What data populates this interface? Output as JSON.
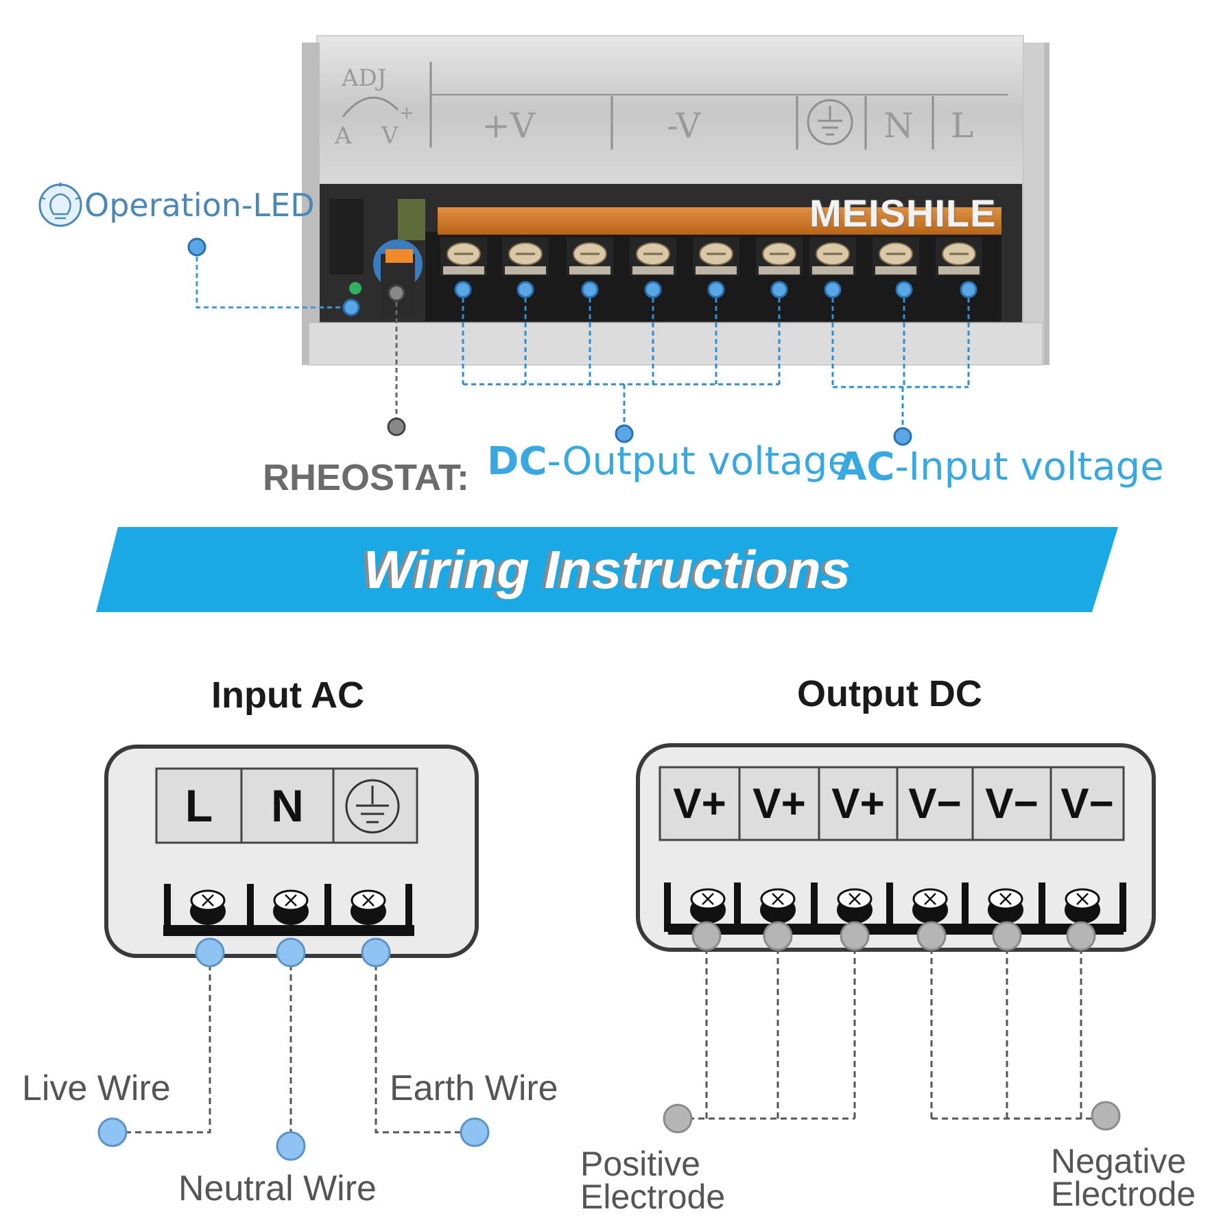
{
  "device": {
    "adj_label": "ADJ",
    "adj_a": "A",
    "adj_v": "V",
    "adj_plus": "+",
    "top_plus_v": "+V",
    "top_minus_v": "-V",
    "top_n": "N",
    "top_l": "L",
    "brand": "MEISHILE"
  },
  "callouts": {
    "operation_led": "Operation-LED",
    "rheostat": "RHEOSTAT:",
    "dc_bold": "DC",
    "dc_rest": "-Output voltage",
    "ac_bold": "AC",
    "ac_rest": "-Input voltage"
  },
  "banner": {
    "title": "Wiring Instructions"
  },
  "input_ac": {
    "title": "Input AC",
    "terminals": [
      "L",
      "N",
      "earth-symbol"
    ],
    "wires": {
      "live": "Live Wire",
      "neutral": "Neutral Wire",
      "earth": "Earth Wire"
    }
  },
  "output_dc": {
    "title": "Output DC",
    "terminals": [
      "V+",
      "V+",
      "V+",
      "V−",
      "V−",
      "V−"
    ],
    "positive_line1": "Positive",
    "positive_line2": "Electrode",
    "negative_line1": "Negative",
    "negative_line2": "Electrode"
  },
  "colors": {
    "accent_blue": "#1ba9e6",
    "label_blue": "#3aa8e0",
    "dot_blue": "#8fc4f2",
    "dot_gray": "#b5b5b5",
    "rheostat_gray": "#6b6b6b"
  },
  "icons": [
    "lightbulb-icon",
    "earth-ground-icon",
    "screw-icon"
  ]
}
